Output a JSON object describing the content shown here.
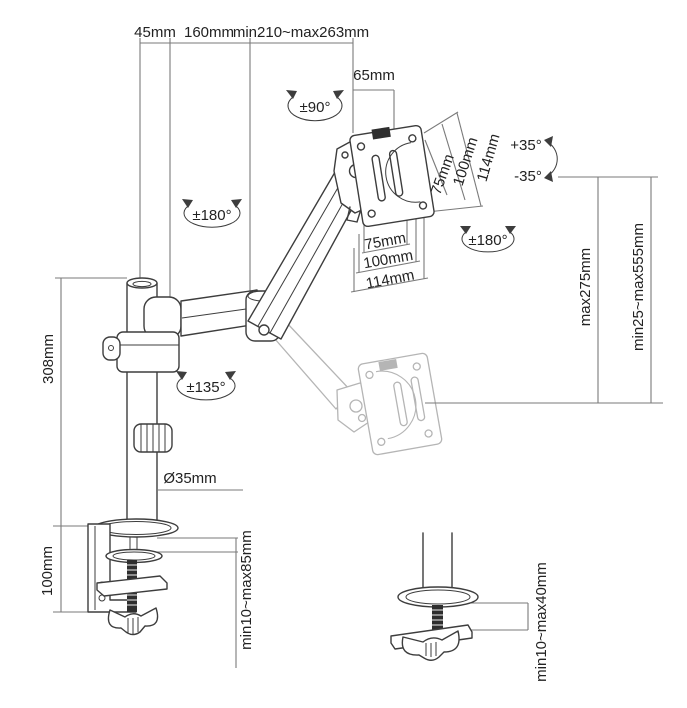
{
  "diagram": {
    "type": "monitor-arm-dimension-diagram",
    "labels": {
      "top_offset": "45mm",
      "arm_rear": "160mm",
      "arm_reach": "min210~max263mm",
      "head_offset": "65mm",
      "swivel_head": "±90°",
      "tilt_up": "+35°",
      "tilt_down": "-35°",
      "rotate_vesa": "±180°",
      "rotate_elbow": "±180°",
      "rotate_base": "±135°",
      "vesa_side_75": "75mm",
      "vesa_side_100": "100mm",
      "vesa_side_114": "114mm",
      "vesa_bottom_75": "75mm",
      "vesa_bottom_100": "100mm",
      "vesa_bottom_114": "114mm",
      "lift_travel": "max275mm",
      "height_range": "min25~max555mm",
      "pole_length": "308mm",
      "clamp_body": "100mm",
      "pole_diameter": "Ø35mm",
      "clamp_range": "min10~max85mm",
      "grommet_range": "min10~max40mm"
    },
    "colors": {
      "line": "#3d3d3d",
      "dimension_line": "#7a7a7a",
      "ghost": "#b5b5b5",
      "text": "#222222",
      "background": "#ffffff"
    }
  }
}
